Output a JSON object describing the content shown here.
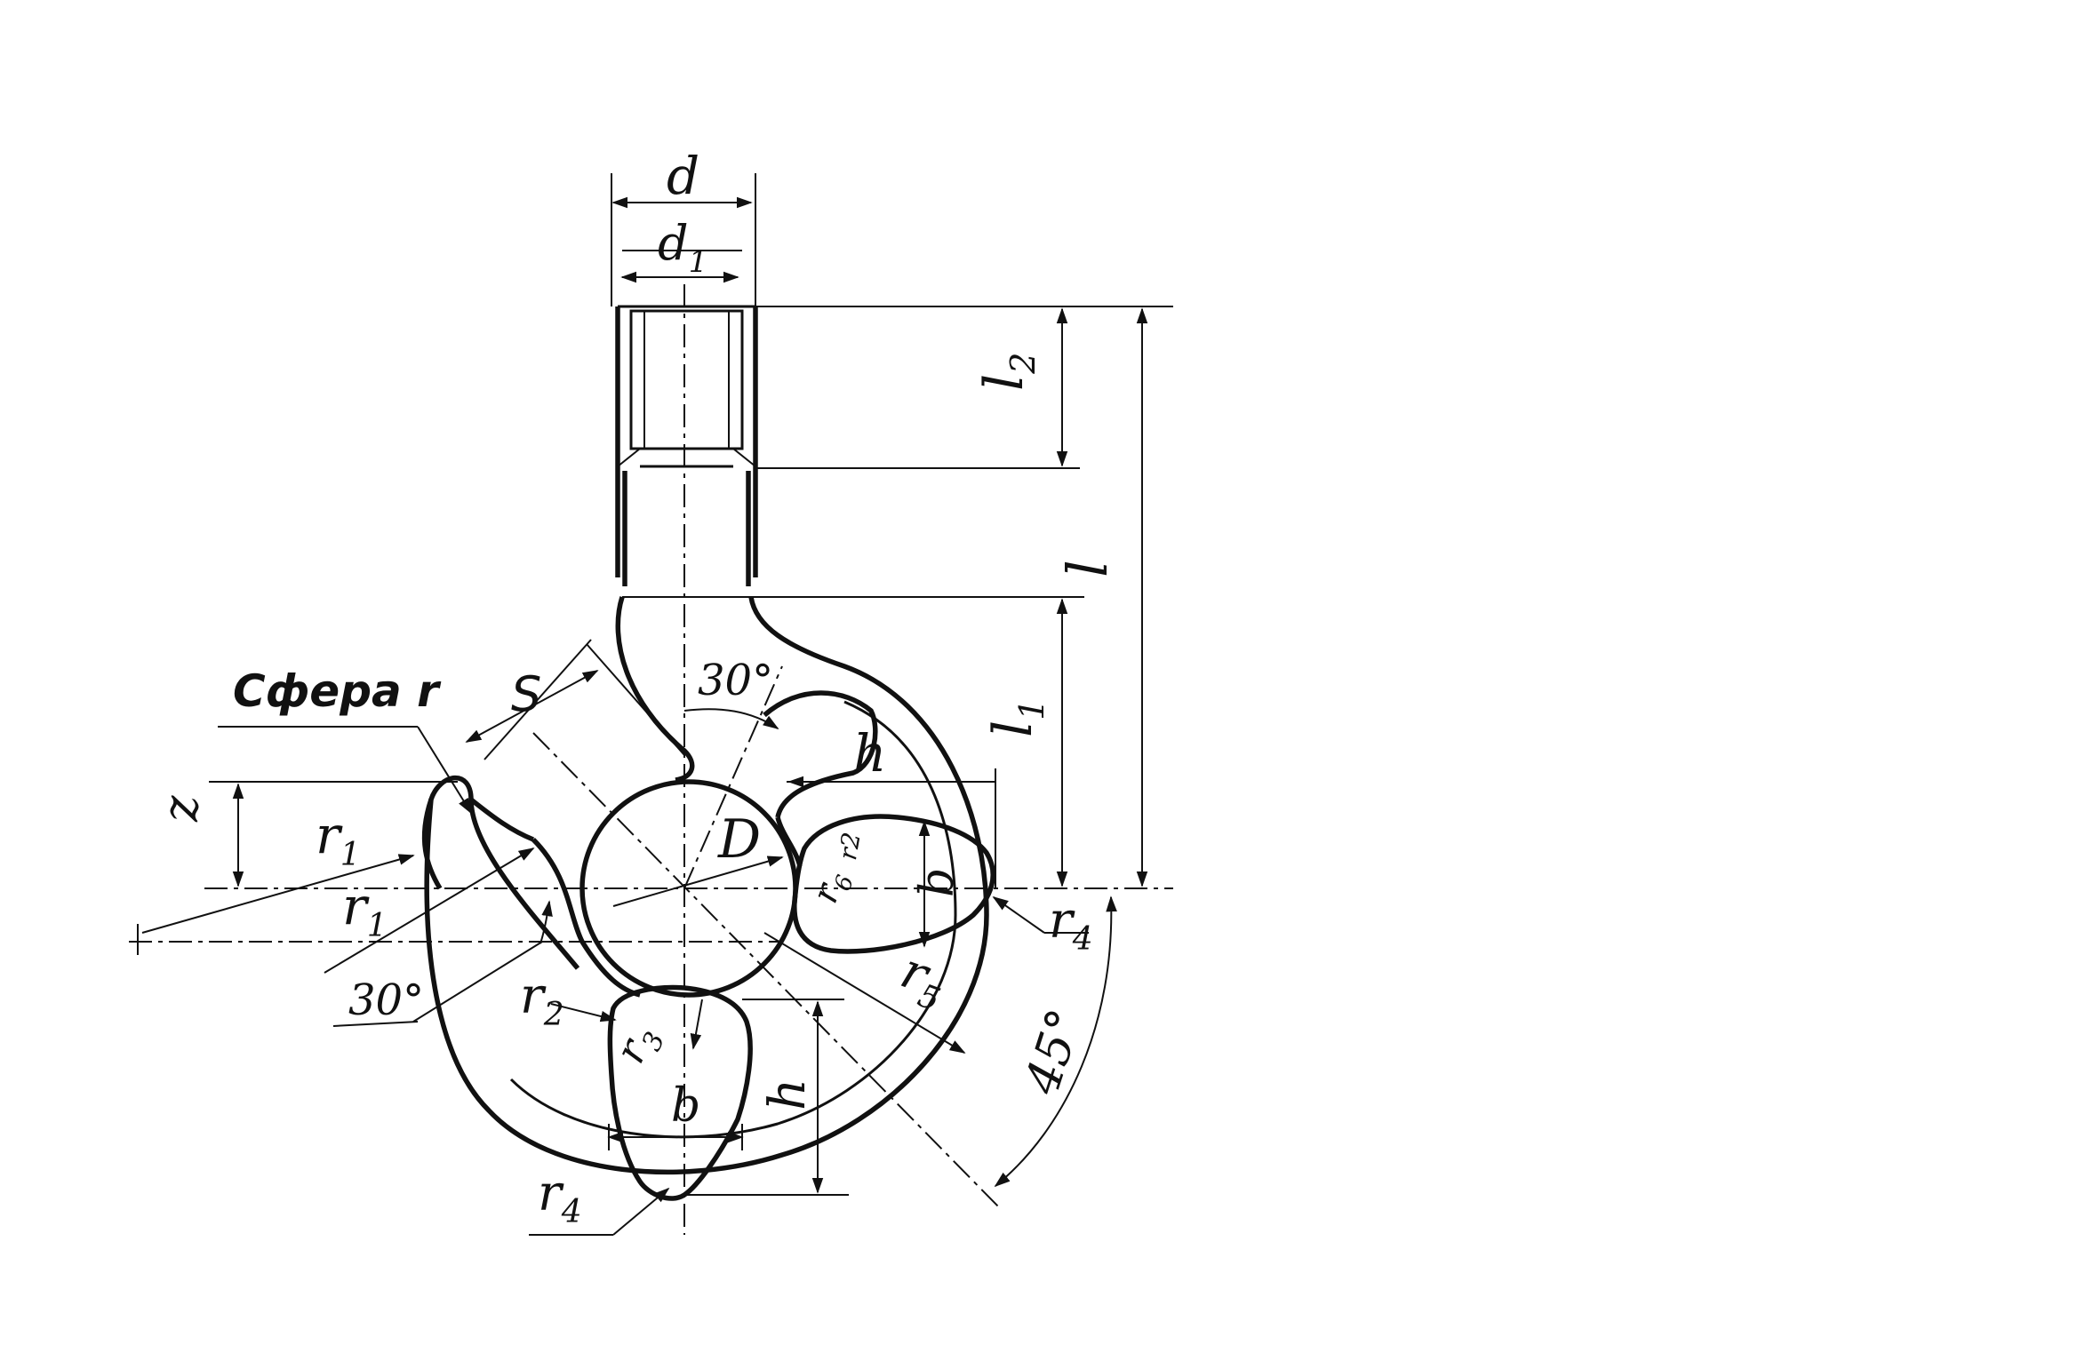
{
  "labels": {
    "d": "d",
    "d1_base": "d",
    "d1_sub": "1",
    "l2_base": "l",
    "l2_sub": "2",
    "l": "l",
    "l1_base": "l",
    "l1_sub": "1",
    "sphere": "Сфера r",
    "S": "S",
    "angle_top": "30°",
    "h_right": "h",
    "z": "z",
    "r1_upper_base": "r",
    "r1_upper_sub": "1",
    "r1_lower_base": "r",
    "r1_lower_sub": "1",
    "D": "D",
    "r6_base": "r",
    "r6_sub": "6",
    "r2_small": "r2",
    "b_right": "b",
    "r4_right_base": "r",
    "r4_right_sub": "4",
    "r5_base": "r",
    "r5_sub": "5",
    "angle_left": "30°",
    "r2_base": "r",
    "r2_sub": "2",
    "r3_base": "r",
    "r3_sub": "3",
    "h_bottom": "h",
    "b_bottom": "b",
    "angle_45": "45°",
    "r4_bottom_base": "r",
    "r4_bottom_sub": "4"
  }
}
